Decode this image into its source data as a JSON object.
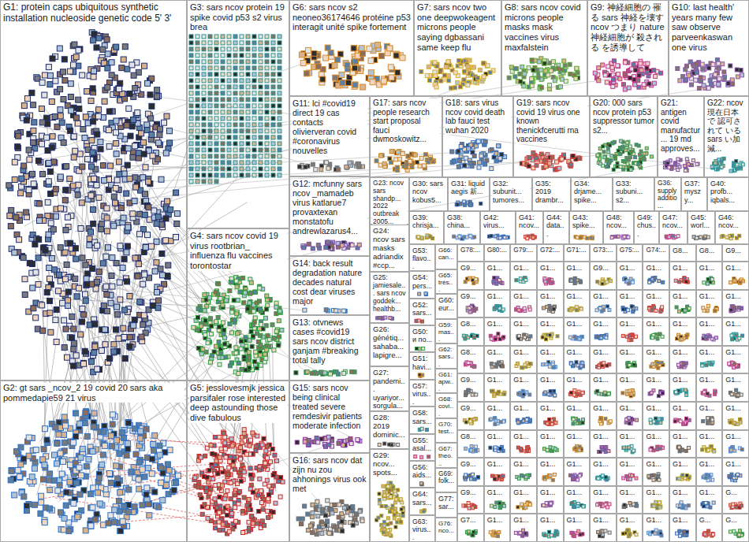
{
  "diagram": {
    "nodes": [
      {
        "text": [
          "G1: protein caps ubiquitous synthetic installation nucleoside genetic code 5' 3'"
        ]
      },
      {
        "text": [
          "G2: gt sars _ncov_2 19 covid 20 sars aka pommedapie59 21 virus"
        ]
      },
      {
        "text": [
          "G3: sars ncov protein 19 spike covid p53 s2 virus brea"
        ]
      },
      {
        "text": [
          "G4: sars ncov covid 19 virus rootbrian_ influenza flu vaccines torontostar"
        ]
      },
      {
        "text": [
          "G5: jesslovesmjk jessica parsifaler rose interested deep astounding those dive fabulous"
        ]
      },
      {
        "text": [
          "G6: sars ncov s2 neoneo36174646 protéine p53 interagit unité spike fortement"
        ]
      },
      {
        "text": [
          "G7: sars ncov two one deepwokeagent microns people saying dgbassani same keep flu"
        ]
      },
      {
        "text": [
          "G8: sars ncov covid microns people masks mask vaccines virus maxfalstein"
        ]
      },
      {
        "text": [
          "G9: 神経細胞の 罹る sars 神経を壊す ncov つまり nature 神経細胞が 殺される を誘導して"
        ]
      },
      {
        "text": [
          "G10: last health' years many few saw observe parveenkaswan one virus"
        ]
      },
      {
        "text": [
          "G11: lci #covid19 direct 19 cas contacts olivierveran covid #coronavirus nouvelles"
        ]
      },
      {
        "text": [
          "G12: mcfunny sars ncov _mamadeb virus katlarue7 provaxtexan monstatofu andrewlazarus4..."
        ]
      },
      {
        "text": [
          "G14: back result degradation nature decades natural cost dear viruses major"
        ]
      },
      {
        "text": [
          "G13: otvnews cases #covid19 sars ncov district ganjam #breaking total tally"
        ]
      },
      {
        "text": [
          "G15: sars ncov being clinical treated severe remdesivir patients moderate infection"
        ]
      },
      {
        "text": [
          "G16: sars ncov dat zijn nu zou ahhonings virus ook met"
        ]
      },
      {
        "text": [
          "G17: sars ncov people research start proposal fauci dwmoskowitz..."
        ]
      },
      {
        "text": [
          "G18: sars virus ncov covid death lab fauci test wuhan 2020"
        ]
      },
      {
        "text": [
          "G19: sars ncov covid 19 virus one known thenickfcerutti rna vaccines"
        ]
      },
      {
        "text": [
          "G20: 000 sars ncov protein p53 suppressor tumor s2..."
        ]
      },
      {
        "text": [
          "G21: antigen covid manufactur... 19 md approves..."
        ]
      },
      {
        "text": [
          "G22: ncov 現在日本で 認可されて いるsars い加減..."
        ]
      },
      {
        "text": [
          "G23: ncov sars shandp... 2022 outbreak 2005..."
        ]
      },
      {
        "text": [
          "G24: ncov sars masks adriandix #ccp..."
        ]
      },
      {
        "text": [
          "G25: jamiesale... sars ncov goddek... healthb..."
        ]
      },
      {
        "text": [
          "G26: génétiq... sahaba... lapigre..."
        ]
      },
      {
        "text": [
          "G27: pandemi... uyariyor... sorgula..."
        ]
      },
      {
        "text": [
          "G28: 2019 dominic..."
        ]
      },
      {
        "text": [
          "G29: ncov... spots..."
        ]
      },
      {
        "text": [
          "G30: sars ncov kobus5..."
        ]
      },
      {
        "text": [
          "G31: liquid aegis 新..."
        ]
      },
      {
        "text": [
          "G32: subunit... tumores..."
        ]
      },
      {
        "text": [
          "G35: 2019 drambr..."
        ]
      },
      {
        "text": [
          "G34: drjame... spike..."
        ]
      },
      {
        "text": [
          "G33: subuni... s2..."
        ]
      },
      {
        "text": [
          "G36: supply additio..."
        ]
      },
      {
        "text": [
          "G37: myszy..."
        ]
      },
      {
        "text": [
          "G40: profb... iqbals..."
        ]
      },
      {
        "text": [
          "G39: chrisja..."
        ]
      },
      {
        "text": [
          "G38: china..."
        ]
      },
      {
        "text": [
          "G42: virus..."
        ]
      },
      {
        "text": [
          "G41: ncov..."
        ]
      },
      {
        "text": [
          "G44: data..."
        ]
      },
      {
        "text": [
          "G43: spike..."
        ]
      },
      {
        "text": [
          "G48: ncov..."
        ]
      },
      {
        "text": [
          "G49: chus..."
        ]
      },
      {
        "text": [
          "G47: ncov..."
        ]
      },
      {
        "text": [
          "G45: worl..."
        ]
      },
      {
        "text": [
          "G46: ncov..."
        ]
      },
      {
        "text": [
          "G53: flavo..."
        ]
      },
      {
        "text": [
          "G54: pers..."
        ]
      },
      {
        "text": [
          "G52: sars..."
        ]
      },
      {
        "text": [
          "G50: и по..."
        ]
      },
      {
        "text": [
          "G51: havi..."
        ]
      },
      {
        "text": [
          "G57: virus..."
        ]
      },
      {
        "text": [
          "G58: sars..."
        ]
      },
      {
        "text": [
          "G55: asal..."
        ]
      },
      {
        "text": [
          "G56: aids..."
        ]
      },
      {
        "text": [
          "G64: sars..."
        ]
      },
      {
        "text": [
          "G63: virus..."
        ]
      },
      {
        "text": [
          "G66: can..."
        ]
      },
      {
        "text": [
          "G65: très..."
        ]
      },
      {
        "text": [
          "G60: eur..."
        ]
      },
      {
        "text": [
          "G59: mas..."
        ]
      },
      {
        "text": [
          "G62: sars..."
        ]
      },
      {
        "text": [
          "G61: apw..."
        ]
      },
      {
        "text": [
          "G68: covi..."
        ]
      },
      {
        "text": [
          "G70: test..."
        ]
      },
      {
        "text": [
          "G67: theo..."
        ]
      },
      {
        "text": [
          "G69: folk..."
        ]
      },
      {
        "text": [
          "G77: sar..."
        ]
      },
      {
        "text": [
          "G76: nco..."
        ]
      },
      {
        "text": [
          "G78:..."
        ]
      },
      {
        "text": [
          "G80:..."
        ]
      },
      {
        "text": [
          "G79:..."
        ]
      },
      {
        "text": [
          "G72:..."
        ]
      },
      {
        "text": [
          "G71:..."
        ]
      },
      {
        "text": [
          "G73:..."
        ]
      },
      {
        "text": [
          "G75:..."
        ]
      },
      {
        "text": [
          "G74:..."
        ]
      },
      {
        "text": [
          "G8..."
        ]
      },
      {
        "text": [
          "G8..."
        ]
      },
      {
        "text": [
          "G9..."
        ]
      },
      {
        "text": [
          "G9..."
        ]
      },
      {
        "text": [
          "G1..."
        ]
      },
      {
        "text": [
          "G1..."
        ]
      },
      {
        "text": [
          "G1..."
        ]
      },
      {
        "text": [
          "G1..."
        ]
      },
      {
        "text": [
          "G9..."
        ]
      },
      {
        "text": [
          "G1..."
        ]
      },
      {
        "text": [
          "G1..."
        ]
      },
      {
        "text": [
          "G1..."
        ]
      },
      {
        "text": [
          "G1..."
        ]
      },
      {
        "text": [
          "G1..."
        ]
      },
      {
        "text": [
          "G9..."
        ]
      },
      {
        "text": [
          "G1..."
        ]
      },
      {
        "text": [
          "G1..."
        ]
      },
      {
        "text": [
          "G1..."
        ]
      },
      {
        "text": [
          "G1..."
        ]
      },
      {
        "text": [
          "G1..."
        ]
      },
      {
        "text": [
          "G1..."
        ]
      },
      {
        "text": [
          "G1..."
        ]
      },
      {
        "text": [
          "G1..."
        ]
      },
      {
        "text": [
          "G1..."
        ]
      },
      {
        "text": [
          "G1..."
        ]
      },
      {
        "text": [
          "G8..."
        ]
      },
      {
        "text": [
          "G1..."
        ]
      },
      {
        "text": [
          "G1..."
        ]
      },
      {
        "text": [
          "G1..."
        ]
      },
      {
        "text": [
          "G1..."
        ]
      },
      {
        "text": [
          "G1..."
        ]
      },
      {
        "text": [
          "G1..."
        ]
      },
      {
        "text": [
          "G1..."
        ]
      },
      {
        "text": [
          "G1..."
        ]
      },
      {
        "text": [
          "G1..."
        ]
      },
      {
        "text": [
          "G1..."
        ]
      },
      {
        "text": [
          "G8..."
        ]
      },
      {
        "text": [
          "G1..."
        ]
      },
      {
        "text": [
          "G1..."
        ]
      },
      {
        "text": [
          "G1..."
        ]
      },
      {
        "text": [
          "G1..."
        ]
      },
      {
        "text": [
          "G1..."
        ]
      },
      {
        "text": [
          "G1..."
        ]
      },
      {
        "text": [
          "G1..."
        ]
      },
      {
        "text": [
          "G1..."
        ]
      },
      {
        "text": [
          "G1..."
        ]
      },
      {
        "text": [
          "G1..."
        ]
      },
      {
        "text": [
          "G9..."
        ]
      },
      {
        "text": [
          "G1..."
        ]
      },
      {
        "text": [
          "G1..."
        ]
      },
      {
        "text": [
          "G1..."
        ]
      },
      {
        "text": [
          "G1..."
        ]
      },
      {
        "text": [
          "G1..."
        ]
      },
      {
        "text": [
          "G1..."
        ]
      },
      {
        "text": [
          "G1..."
        ]
      },
      {
        "text": [
          "G1..."
        ]
      },
      {
        "text": [
          "G1..."
        ]
      },
      {
        "text": [
          "G1..."
        ]
      },
      {
        "text": [
          "G9..."
        ]
      },
      {
        "text": [
          "G1..."
        ]
      },
      {
        "text": [
          "G1..."
        ]
      },
      {
        "text": [
          "G1..."
        ]
      },
      {
        "text": [
          "G1..."
        ]
      },
      {
        "text": [
          "G1..."
        ]
      },
      {
        "text": [
          "G1..."
        ]
      },
      {
        "text": [
          "G1..."
        ]
      },
      {
        "text": [
          "G1..."
        ]
      },
      {
        "text": [
          "G1..."
        ]
      },
      {
        "text": [
          "G1..."
        ]
      },
      {
        "text": [
          "G8..."
        ]
      },
      {
        "text": [
          "G1..."
        ]
      },
      {
        "text": [
          "G1..."
        ]
      },
      {
        "text": [
          "G1..."
        ]
      },
      {
        "text": [
          "G1..."
        ]
      },
      {
        "text": [
          "G1..."
        ]
      },
      {
        "text": [
          "G1..."
        ]
      },
      {
        "text": [
          "G1..."
        ]
      },
      {
        "text": [
          "G1..."
        ]
      },
      {
        "text": [
          "G1..."
        ]
      },
      {
        "text": [
          "G1..."
        ]
      },
      {
        "text": [
          "G9..."
        ]
      },
      {
        "text": [
          "G1..."
        ]
      },
      {
        "text": [
          "G1..."
        ]
      },
      {
        "text": [
          "G1..."
        ]
      },
      {
        "text": [
          "G1..."
        ]
      },
      {
        "text": [
          "G1..."
        ]
      },
      {
        "text": [
          "G1..."
        ]
      },
      {
        "text": [
          "G1..."
        ]
      },
      {
        "text": [
          "G1..."
        ]
      },
      {
        "text": [
          "G1..."
        ]
      },
      {
        "text": [
          "G1..."
        ]
      },
      {
        "text": [
          "G9..."
        ]
      },
      {
        "text": [
          "G1..."
        ]
      },
      {
        "text": [
          "G1..."
        ]
      },
      {
        "text": [
          "G1..."
        ]
      },
      {
        "text": [
          "G1..."
        ]
      },
      {
        "text": [
          "G1..."
        ]
      },
      {
        "text": [
          "G1..."
        ]
      },
      {
        "text": [
          "G1..."
        ]
      },
      {
        "text": [
          "G1..."
        ]
      },
      {
        "text": [
          "G1..."
        ]
      },
      {
        "text": [
          "G..."
        ]
      },
      {
        "text": [
          "G7..."
        ]
      },
      {
        "text": [
          "G1..."
        ]
      },
      {
        "text": [
          "G1..."
        ]
      },
      {
        "text": [
          "G1..."
        ]
      },
      {
        "text": [
          "G1..."
        ]
      },
      {
        "text": [
          "G1..."
        ]
      },
      {
        "text": [
          "G1..."
        ]
      },
      {
        "text": [
          "G1..."
        ]
      },
      {
        "text": [
          "G1..."
        ]
      },
      {
        "text": [
          "G..."
        ]
      },
      {
        "text": [
          "G..."
        ]
      }
    ]
  }
}
